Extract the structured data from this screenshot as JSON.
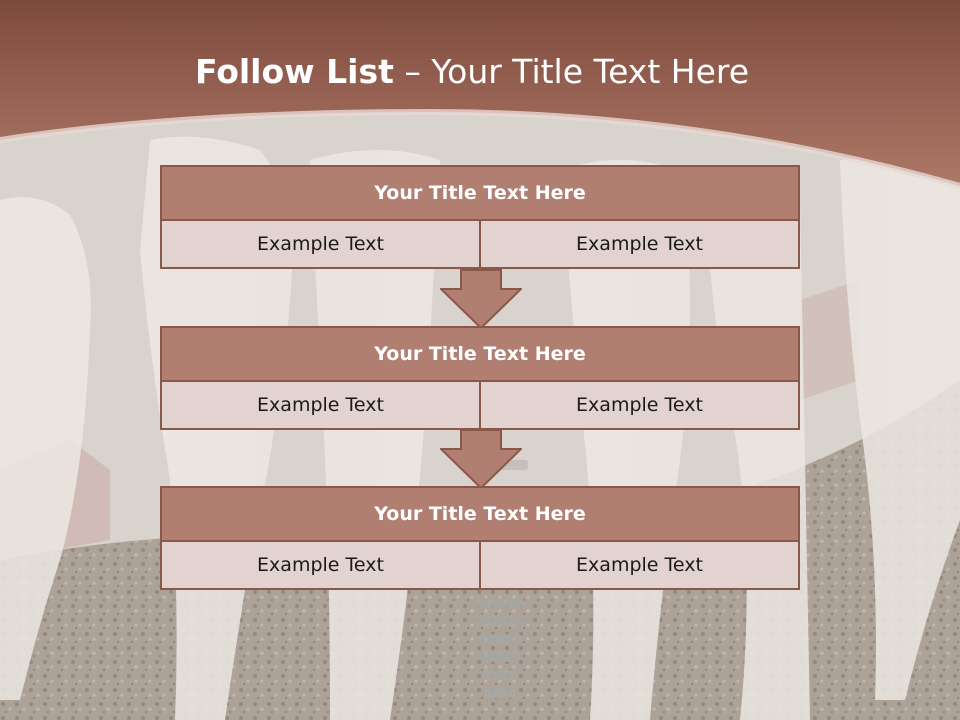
{
  "slide": {
    "title_bold": "Follow List",
    "title_rest": " – Your Title Text Here"
  },
  "blocks": [
    {
      "title": "Your Title Text Here",
      "left": "Example Text",
      "right": "Example Text"
    },
    {
      "title": "Your Title Text Here",
      "left": "Example Text",
      "right": "Example Text"
    },
    {
      "title": "Your Title Text Here",
      "left": "Example Text",
      "right": "Example Text"
    }
  ],
  "colors": {
    "header_band": "#a8705f",
    "box_header": "#b17e72",
    "box_cell": "#e3d3d0",
    "box_border": "#8a5848",
    "arrow": "#b17e72"
  }
}
